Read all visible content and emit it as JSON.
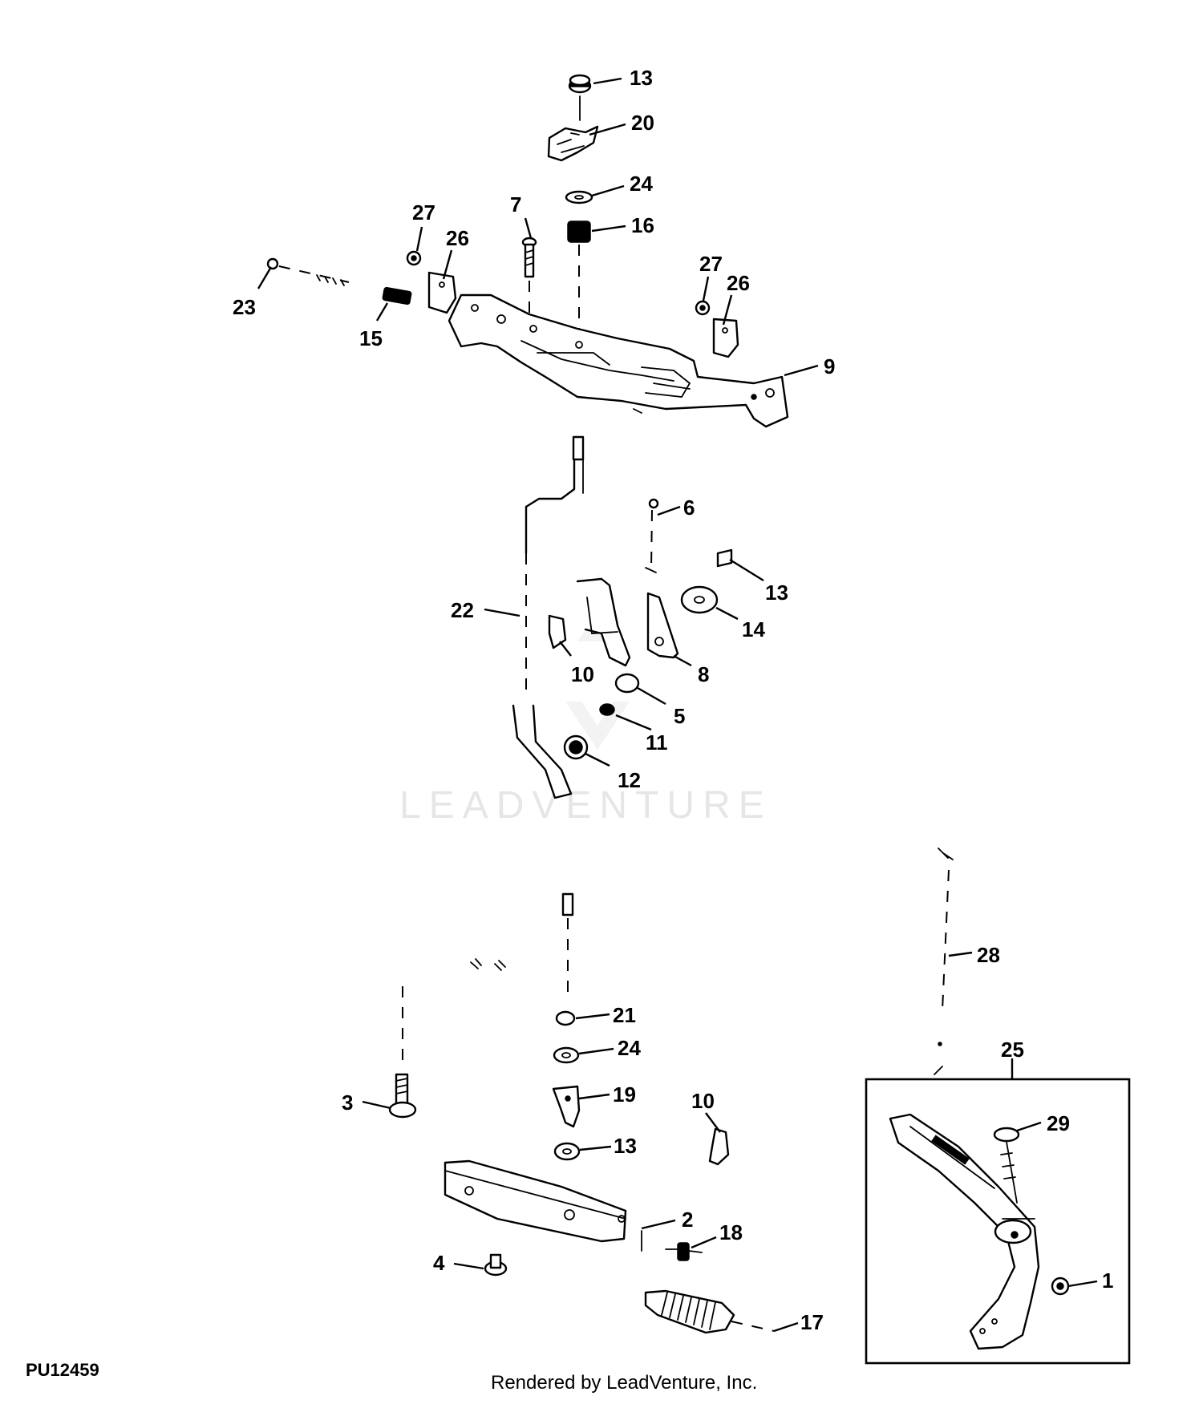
{
  "diagram": {
    "watermark": "LEADVENTURE",
    "figure_code": "PU12459",
    "credit": "Rendered by LeadVenture, Inc.",
    "inset_label": "25",
    "callouts": [
      "13",
      "20",
      "24",
      "16",
      "7",
      "27",
      "26",
      "23",
      "15",
      "27",
      "26",
      "9",
      "6",
      "13",
      "22",
      "14",
      "10",
      "8",
      "5",
      "11",
      "12",
      "28",
      "21",
      "24",
      "19",
      "3",
      "10",
      "13",
      "2",
      "18",
      "4",
      "17",
      "29",
      "1"
    ]
  }
}
